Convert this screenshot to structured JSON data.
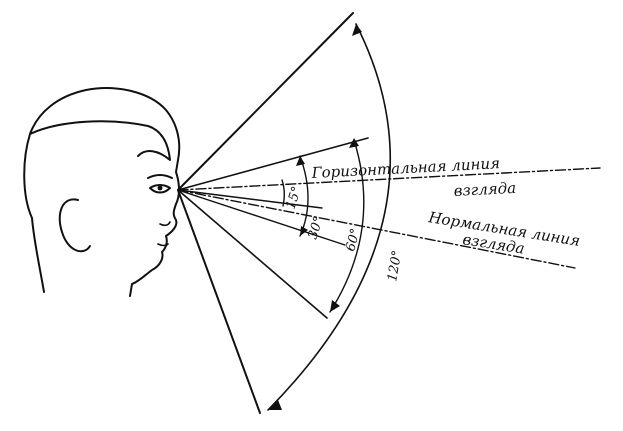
{
  "labels": {
    "horizontal_line_1": "Горизонтальная линия",
    "horizontal_line_2": "взгляда",
    "normal_line_1": "Нормальная линия",
    "normal_line_2": "взгляда"
  },
  "angles": {
    "a15": "15°",
    "a30": "30°",
    "a60": "60°",
    "a120": "120°"
  },
  "colors": {
    "ink": "#111111",
    "background": "#ffffff"
  }
}
